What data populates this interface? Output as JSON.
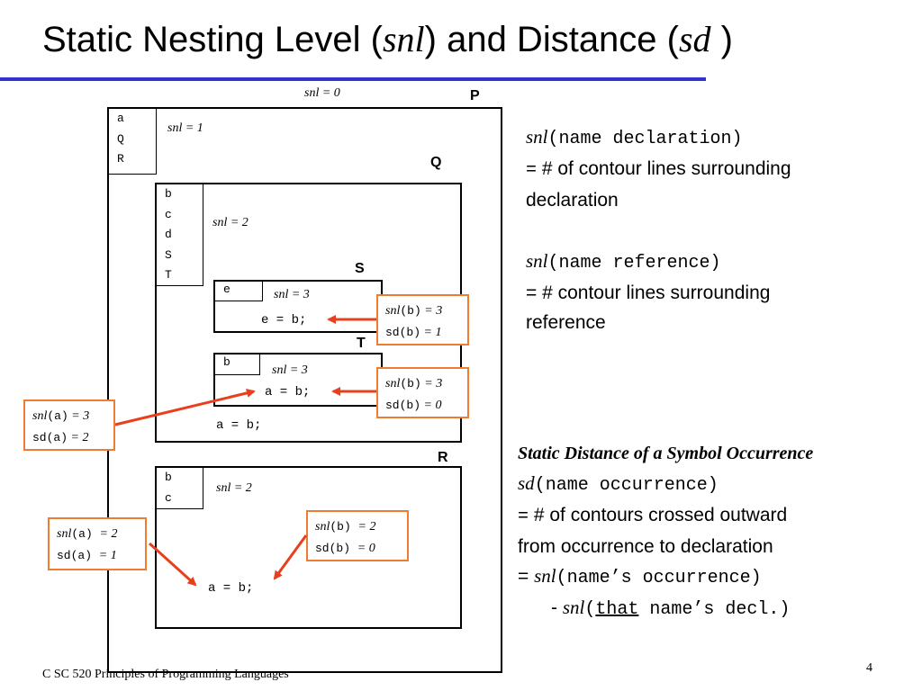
{
  "title": {
    "part1": "Static Nesting Level (",
    "snl": "snl",
    "part2": ") and Distance (",
    "sd": "sd",
    "part3": " )"
  },
  "diagram": {
    "top_snl": "snl = 0",
    "labels": {
      "P": "P",
      "Q": "Q",
      "S": "S",
      "T": "T",
      "R": "R"
    },
    "P": {
      "decls": [
        "a",
        "Q",
        "R"
      ],
      "snl": "snl = 1"
    },
    "Q": {
      "decls": [
        "b",
        "c",
        "d",
        "S",
        "T"
      ],
      "snl": "snl = 2",
      "stmt": "a = b;"
    },
    "S": {
      "decls": [
        "e"
      ],
      "snl": "snl = 3",
      "stmt": "e = b;"
    },
    "T": {
      "decls": [
        "b"
      ],
      "snl": "snl = 3",
      "stmt": "a = b;"
    },
    "R": {
      "decls": [
        "b",
        "c"
      ],
      "snl": "snl = 2",
      "stmt": "a = b;"
    },
    "callouts": {
      "c1": {
        "l1a": "snl",
        "l1b": "(b)",
        "l1c": " = 3",
        "l2a": "sd",
        "l2b": "(b)",
        "l2c": " = 1"
      },
      "c2": {
        "l1a": "snl",
        "l1b": "(b)",
        "l1c": " = 3",
        "l2a": "sd",
        "l2b": "(b)",
        "l2c": " = 0"
      },
      "c3": {
        "l1a": "snl",
        "l1b": "(a)",
        "l1c": " = 3",
        "l2a": "sd",
        "l2b": "(a)",
        "l2c": " = 2"
      },
      "c4": {
        "l1a": "snl",
        "l1b": "(a)",
        "l1c": "= 2",
        "l2a": "sd",
        "l2b": "(a)",
        "l2c": "= 1"
      },
      "c5": {
        "l1a": "snl",
        "l1b": "(b)",
        "l1c": "= 2",
        "l2a": "sd",
        "l2b": "(b)",
        "l2c": "= 0"
      }
    },
    "arrow_color": "#e8401c",
    "callout_color": "#ed7d31"
  },
  "right": {
    "b1": {
      "snl": "snl",
      "code": "(name declaration)",
      "l2a": "=",
      "l2b": "# of contour lines surrounding",
      "l3": "declaration"
    },
    "b2": {
      "snl": "snl",
      "code": "(name reference)",
      "l2": "= # contour lines surrounding",
      "l3": "reference"
    },
    "b3": {
      "heading": "Static Distance of a Symbol Occurrence",
      "l1_sd": "sd",
      "l1_code": "(name occurrence)",
      "l2a": "=",
      "l2b": "# of contours crossed outward",
      "l3": "from occurrence to declaration",
      "l4_eq": "=",
      "l4_snl": "snl",
      "l4_code": "(name’s occurrence)",
      "l5_dash": "-",
      "l5_snl": "snl",
      "l5_open": "(",
      "l5_that": "that",
      "l5_rest": " name’s decl.)"
    }
  },
  "footer": "C SC 520 Principles of Programming Languages",
  "page_number": "4",
  "accent_color": "#3333cc"
}
